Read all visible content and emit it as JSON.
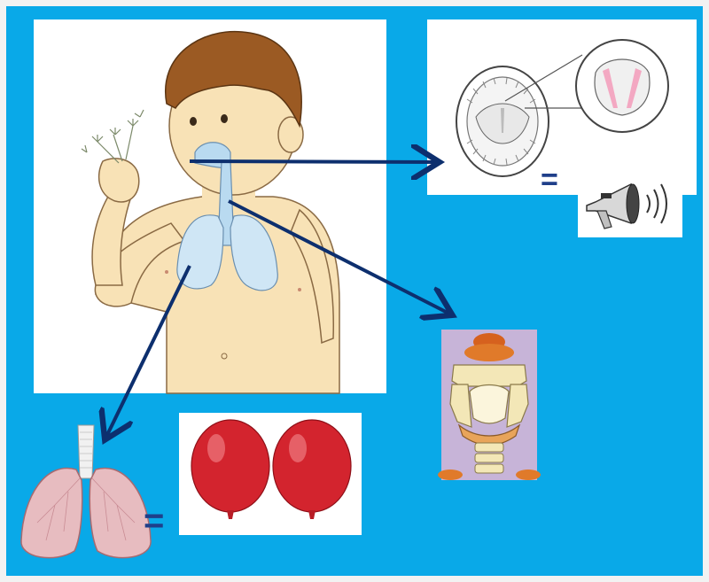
{
  "diagram": {
    "equals_symbol_throat": "=",
    "equals_symbol_lungs": "=",
    "colors": {
      "background": "#09a9e8",
      "arrow": "#0d2f6e",
      "airway": "#b9daf0",
      "lung_pink": "#e7bcc0",
      "balloon_red": "#d3242e",
      "larynx_bg": "#c7b4d8",
      "skin": "#f8e2b6",
      "hair": "#9b5a23"
    },
    "icons": [
      "boy-blowing-dandelion",
      "open-mouth-throat",
      "vocal-cords-closeup",
      "megaphone",
      "larynx",
      "lungs",
      "balloon"
    ]
  }
}
